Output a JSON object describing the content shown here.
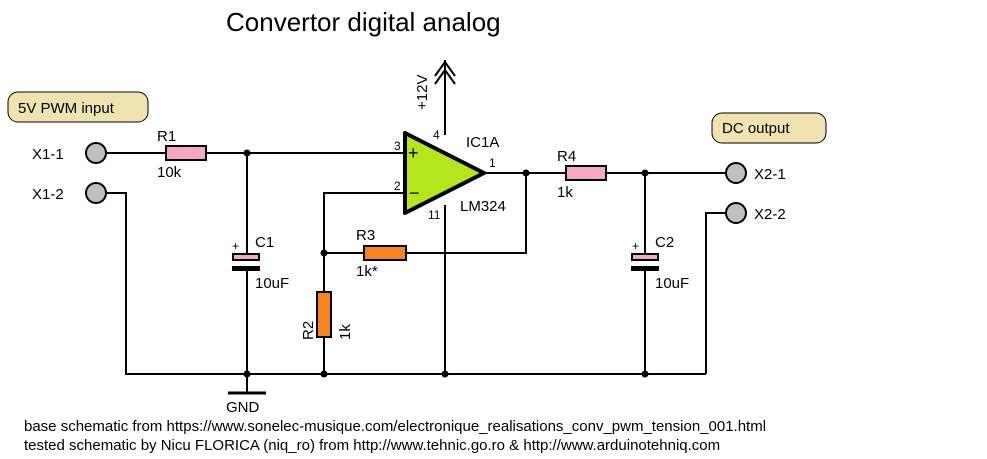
{
  "title": "Convertor digital analog",
  "input_label": "5V PWM input",
  "output_label": "DC output",
  "connectors": {
    "x1_1": "X1-1",
    "x1_2": "X1-2",
    "x2_1": "X2-1",
    "x2_2": "X2-2"
  },
  "r1": {
    "name": "R1",
    "value": "10k"
  },
  "r2": {
    "name": "R2",
    "value": "1k"
  },
  "r3": {
    "name": "R3",
    "value": "1k*"
  },
  "r4": {
    "name": "R4",
    "value": "1k"
  },
  "c1": {
    "name": "C1",
    "value": "10uF",
    "plus": "+"
  },
  "c2": {
    "name": "C2",
    "value": "10uF",
    "plus": "+"
  },
  "opamp": {
    "name": "IC1A",
    "part": "LM324",
    "pin_plus": "3",
    "pin_minus": "2",
    "pin_out": "1",
    "pin_vcc": "4",
    "pin_gnd": "11",
    "sign_plus": "+",
    "sign_minus": "−"
  },
  "supply": "+12V",
  "ground": "GND",
  "footer": {
    "line1": "base schematic from https://www.sonelec-musique.com/electronique_realisations_conv_pwm_tension_001.html",
    "line2": "tested schematic by Nicu FLORICA (niq_ro) from http://www.tehnic.go.ro & http://www.arduinotehniq.com"
  },
  "colors": {
    "resistor_pink": "#f7a8c4",
    "resistor_orange": "#f7841e",
    "opamp": "#b5e61d",
    "connector": "#c0c0c0",
    "label_bg": "#efe4b0"
  }
}
